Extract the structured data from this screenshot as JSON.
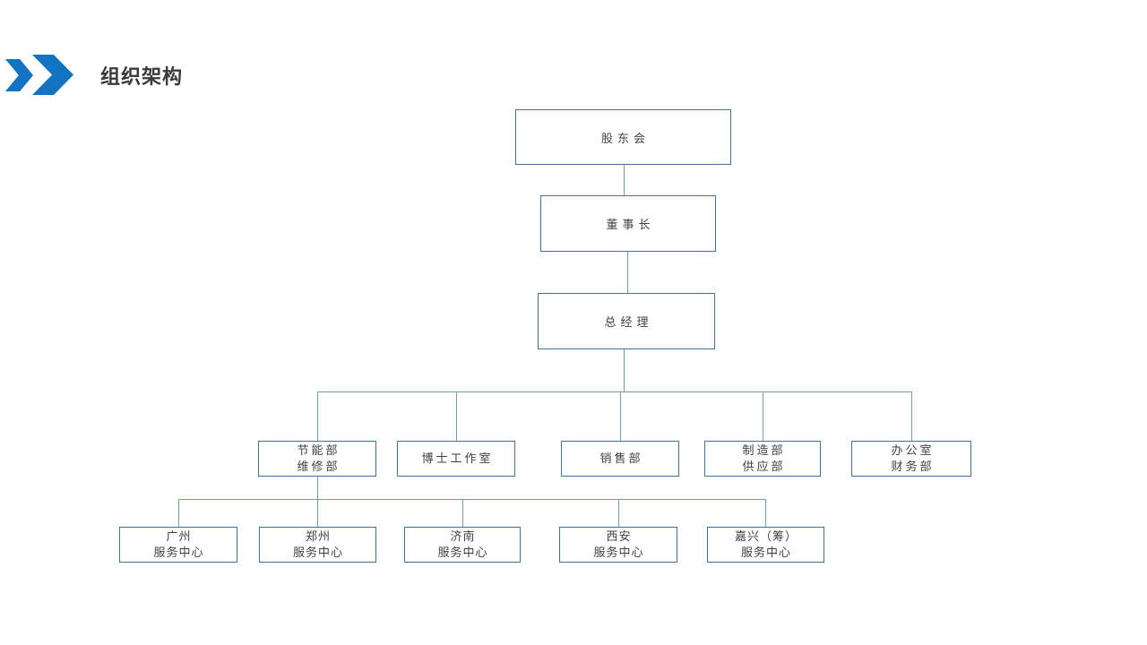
{
  "slide": {
    "title": "组织架构"
  },
  "icons": {
    "header_marker": "double-chevron-right"
  },
  "colors": {
    "accent_blue": "#1173C2",
    "box_border": "#41719C",
    "connector_line": "#6F9BC6",
    "title_text": "#3A3A3A",
    "node_text": "#404040",
    "background": "#FFFFFF"
  },
  "org_chart": {
    "root": {
      "label": "股东会"
    },
    "chairman": {
      "label": "董事长"
    },
    "general_manager": {
      "label": "总经理"
    },
    "departments": [
      {
        "lines": [
          "节能部",
          "维修部"
        ]
      },
      {
        "lines": [
          "博士工作室"
        ]
      },
      {
        "lines": [
          "销售部"
        ]
      },
      {
        "lines": [
          "制造部",
          "供应部"
        ]
      },
      {
        "lines": [
          "办公室",
          "财务部"
        ]
      }
    ],
    "service_centers": [
      {
        "lines": [
          "广州",
          "服务中心"
        ]
      },
      {
        "lines": [
          "郑州",
          "服务中心"
        ]
      },
      {
        "lines": [
          "济南",
          "服务中心"
        ]
      },
      {
        "lines": [
          "西安",
          "服务中心"
        ]
      },
      {
        "lines": [
          "嘉兴（筹）",
          "服务中心"
        ]
      }
    ]
  }
}
